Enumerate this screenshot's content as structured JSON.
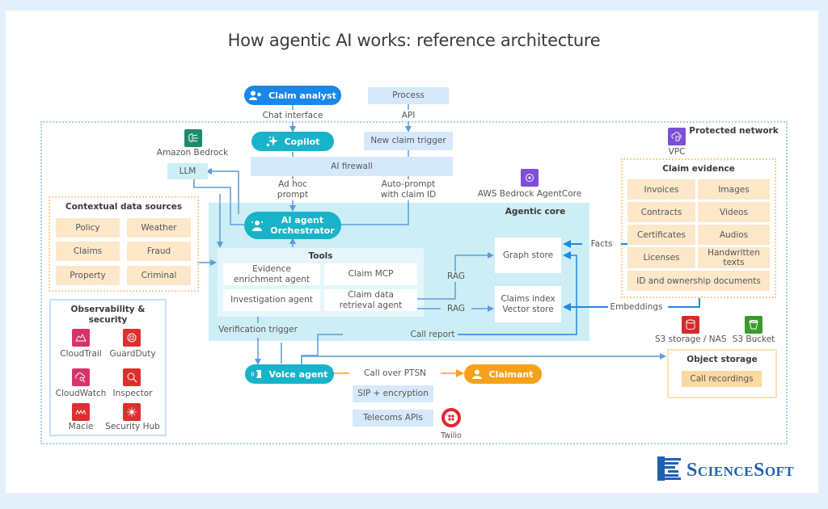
{
  "title": "How agentic AI works: reference architecture",
  "top": {
    "claim_analyst": "Claim analyst",
    "chat_interface": "Chat interface",
    "process": "Process",
    "api": "API",
    "copilot": "Copilot",
    "new_claim_trigger": "New claim trigger",
    "ai_firewall": "AI firewall",
    "ad_hoc_prompt_1": "Ad hoc",
    "ad_hoc_prompt_2": "prompt",
    "auto_prompt_1": "Auto-prompt",
    "auto_prompt_2": "with claim ID"
  },
  "bedrock": {
    "label": "Amazon Bedrock",
    "llm": "LLM"
  },
  "agentcore": {
    "label": "AWS Bedrock AgentCore",
    "core_title": "Agentic core",
    "orchestrator_1": "AI agent",
    "orchestrator_2": "Orchestrator",
    "tools_title": "Tools",
    "tools": [
      {
        "line1": "Evidence",
        "line2": "enrichment agent"
      },
      {
        "line1": "Claim MCP",
        "line2": ""
      },
      {
        "line1": "Investigation agent",
        "line2": ""
      },
      {
        "line1": "Claim data",
        "line2": "retrieval agent"
      }
    ],
    "rag_1": "RAG",
    "rag_2": "RAG",
    "graph_store": "Graph store",
    "vector_store_1": "Claims index",
    "vector_store_2": "Vector store",
    "verification_trigger": "Verification trigger",
    "call_report": "Call report"
  },
  "contextual": {
    "title": "Contextual data sources",
    "items": [
      "Policy",
      "Weather",
      "Claims",
      "Fraud",
      "Property",
      "Criminal"
    ]
  },
  "observability": {
    "title_1": "Observability &",
    "title_2": "security",
    "services": [
      {
        "name": "CloudTrail",
        "color": "#d6336c"
      },
      {
        "name": "GuardDuty",
        "color": "#dd2f2f"
      },
      {
        "name": "CloudWatch",
        "color": "#d6336c"
      },
      {
        "name": "Inspector",
        "color": "#dd2f2f"
      },
      {
        "name": "Macie",
        "color": "#dd2f2f"
      },
      {
        "name": "Security Hub",
        "color": "#dd2f2f"
      }
    ]
  },
  "network": {
    "label": "Protected network",
    "vpc": "VPC"
  },
  "evidence": {
    "title": "Claim evidence",
    "items": [
      "Invoices",
      "Images",
      "Contracts",
      "Videos",
      "Certificates",
      "Audios",
      "Licenses",
      "Handwritten texts"
    ],
    "handwritten_1": "Handwritten",
    "handwritten_2": "texts",
    "wide_item": "ID and ownership documents",
    "facts": "Facts",
    "embeddings": "Embeddings"
  },
  "storage": {
    "s3_nas": "S3 storage / NAS",
    "s3_bucket": "S3 Bucket",
    "object_storage": "Object storage",
    "call_recordings": "Call recordings"
  },
  "voice": {
    "voice_agent": "Voice agent",
    "call_over": "Call over PTSN",
    "claimant": "Claimant",
    "sip": "SIP + encryption",
    "telecoms": "Telecoms APIs",
    "twilio": "Twilio"
  },
  "brand": {
    "name": "ScienceSoft"
  },
  "colors": {
    "blue_pill": "#1a86e8",
    "teal_pill": "#19b3c9",
    "orange_pill": "#f7a11a",
    "light_blue": "#d6e9fb",
    "light_teal": "#cdeef5",
    "light_orange": "#fde7c9",
    "brand_blue": "#1f5fb4"
  }
}
